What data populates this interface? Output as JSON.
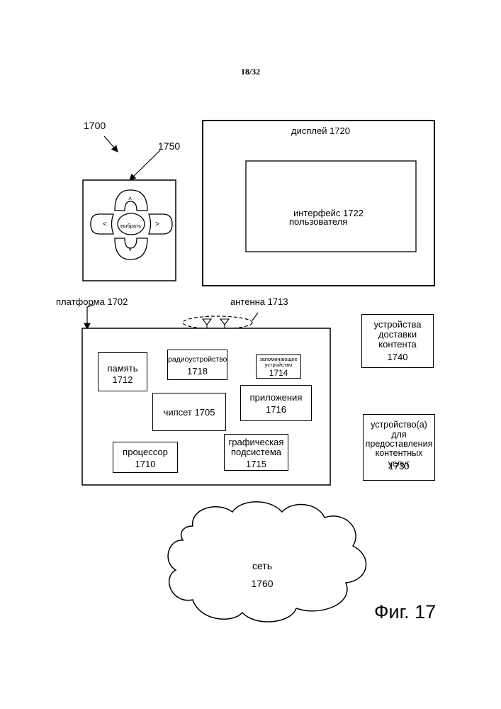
{
  "sheet_number": "18/32",
  "figure_caption": "Фиг. 17",
  "system_ref": "1700",
  "remote": {
    "ref": "1750",
    "select_label": "выбрать",
    "left": "<",
    "right": ">",
    "up": "˄",
    "down": "˅"
  },
  "display": {
    "label": "дисплей 1720",
    "ui_line1": "интерфейс 1722",
    "ui_line2": "пользователя"
  },
  "platform": {
    "label": "платформа 1702",
    "antenna": "антенна 1713",
    "memory": [
      "память",
      "1712"
    ],
    "radio": [
      "радиоустройство",
      "1718"
    ],
    "storage": [
      "запоминающее",
      "устройство",
      "1714"
    ],
    "chipset": "чипсет 1705",
    "apps": [
      "приложения",
      "1716"
    ],
    "cpu": [
      "процессор",
      "1710"
    ],
    "graphics": [
      "графическая",
      "подсистема",
      "1715"
    ]
  },
  "delivery": [
    "устройства",
    "доставки",
    "контента",
    "1740"
  ],
  "services": [
    "устройство(а)",
    "для",
    "предоставления",
    "контентных услуг",
    "1730"
  ],
  "network": [
    "сеть",
    "1760"
  ]
}
